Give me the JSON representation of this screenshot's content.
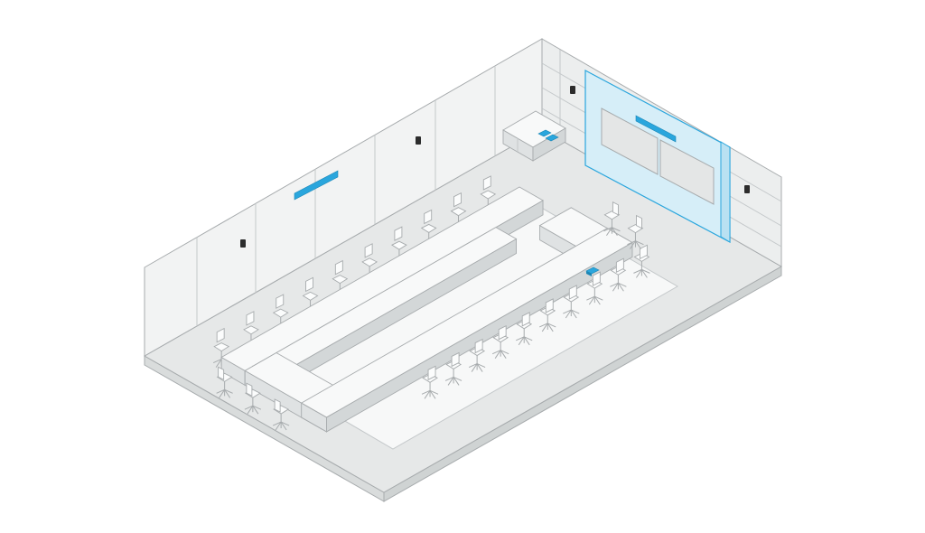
{
  "colors": {
    "floor": "#e6e8e8",
    "floor_edge_left": "#d9dcdc",
    "floor_edge_right": "#cfd3d3",
    "wall": "#f2f3f3",
    "wall_right": "#eceeee",
    "line": "#a7abad",
    "line_light": "#c4c8ca",
    "rug": "#f7f8f8",
    "table_top": "#f8f9f9",
    "table_side": "#dfe2e3",
    "chair": "#fbfcfc",
    "accent": "#2aa6dd",
    "accent_fill": "#d6eef8",
    "accent_light": "#e3f3fa",
    "device": "#2c2c2c"
  },
  "icons": {
    "camera_bar_left_wall": "video-bar-icon",
    "camera_bar_display": "video-bar-icon",
    "speaker": "wall-speaker-icon",
    "table_controller": "touch-controller-icon",
    "credenza_devices": "device-icon",
    "chair": "office-chair-icon"
  },
  "room": {
    "table_seats_back_row": 10,
    "table_seats_front_row": 10,
    "table_seats_left_end": 3,
    "table_seats_right_end": 2,
    "display_panels": 2,
    "wall_speakers": 4
  }
}
